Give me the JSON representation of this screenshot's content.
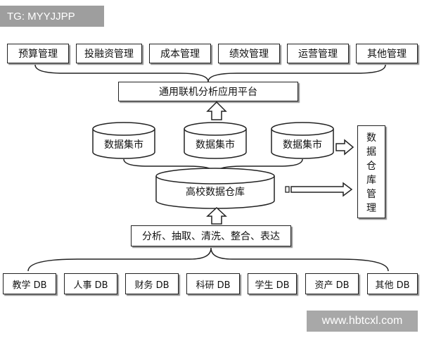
{
  "watermarks": {
    "top_left": "TG: MYYJJPP",
    "bottom_right": "www.hbtcxl.com"
  },
  "top_modules": [
    "预算管理",
    "投融资管理",
    "成本管理",
    "绩效管理",
    "运营管理",
    "其他管理"
  ],
  "platform": "通用联机分析应用平台",
  "data_marts": [
    "数据集市",
    "数据集市",
    "数据集市"
  ],
  "warehouse": "高校数据仓库",
  "warehouse_mgmt": [
    "数",
    "据",
    "仓",
    "库",
    "管",
    "理"
  ],
  "etl": "分析、抽取、清洗、整合、表达",
  "source_dbs": [
    "教学 DB",
    "人事 DB",
    "财务 DB",
    "科研 DB",
    "学生 DB",
    "资产 DB",
    "其他 DB"
  ],
  "colors": {
    "line": "#222222",
    "watermark_bg": "#9e9e9e"
  }
}
